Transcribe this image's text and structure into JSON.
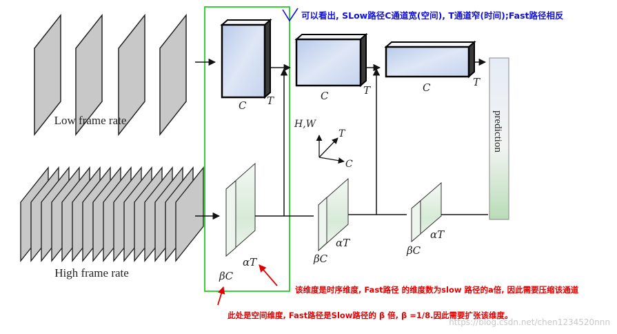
{
  "labels": {
    "low_frame_rate": "Low frame rate",
    "high_frame_rate": "High frame rate",
    "prediction": "prediction",
    "slow_c1": "C",
    "slow_t1": "T",
    "slow_c2": "C",
    "slow_t2": "T",
    "slow_c3": "C",
    "slow_t3": "T",
    "axis_hw": "H,W",
    "axis_t": "T",
    "axis_c": "C",
    "fast_bc1": "βC",
    "fast_at1": "αT",
    "fast_bc2": "βC",
    "fast_at2": "αT",
    "fast_bc3": "βC",
    "fast_at3": "αT"
  },
  "annotations": {
    "top_note": "可以看出, SLow路径C通道宽(空间), T通道窄(时间);Fast路径相反",
    "temporal_note": "该维度是时序维度, Fast路径 的维度数为slow 路径的a倍, 因此需要压缩该通道",
    "spatial_note": "此处是空间维度, Fast路径是Slow路径的 β 倍, β =1/8.因此需要扩张该维度。",
    "watermark": "https://blog.csdn.net/chen1234520nnn"
  },
  "colors": {
    "annotation_blue": "#1010d8",
    "annotation_red": "#e00000",
    "highlight_green": "#22cc22",
    "slow_face": "#c9d6ee",
    "fast_face": "#d8ead8"
  }
}
